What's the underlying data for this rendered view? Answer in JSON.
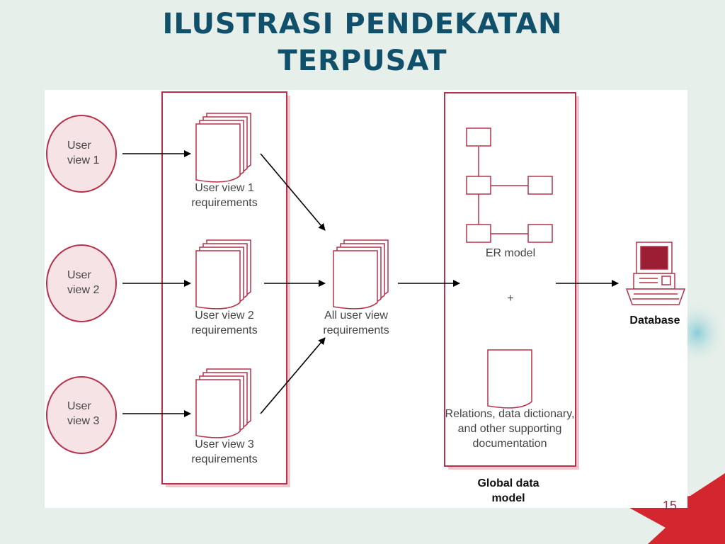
{
  "slide": {
    "title_line1": "ILUSTRASI PENDEKATAN",
    "title_line2": "TERPUSAT",
    "page_number": "15"
  },
  "colors": {
    "title": "#11506a",
    "diagram_stroke": "#b5324a",
    "circle_fill": "#f6e3e6",
    "page_accent": "#d4262e"
  },
  "diagram": {
    "user_views": [
      {
        "line1": "User",
        "line2": "view 1"
      },
      {
        "line1": "User",
        "line2": "view 2"
      },
      {
        "line1": "User",
        "line2": "view 3"
      }
    ],
    "requirements": [
      {
        "line1": "User view 1",
        "line2": "requirements"
      },
      {
        "line1": "User view 2",
        "line2": "requirements"
      },
      {
        "line1": "User view 3",
        "line2": "requirements"
      }
    ],
    "merged": {
      "line1": "All user view",
      "line2": "requirements"
    },
    "er_model": "ER model",
    "plus": "+",
    "docs": {
      "line1": "Relations, data dictionary,",
      "line2": "and other supporting",
      "line3": "documentation"
    },
    "global_model": {
      "line1": "Global data",
      "line2": "model"
    },
    "database": "Database"
  }
}
